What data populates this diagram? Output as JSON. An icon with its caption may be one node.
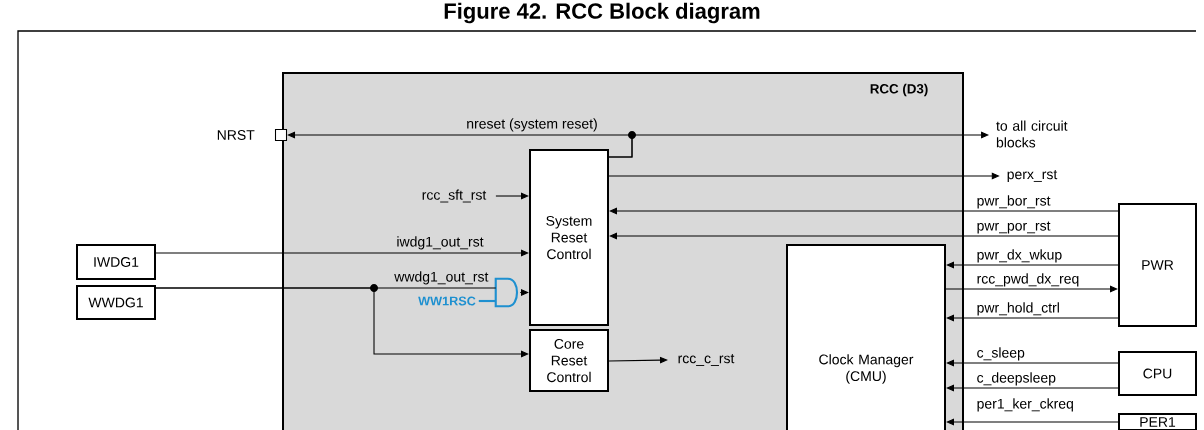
{
  "diagram": {
    "title": "Figure 42. RCC Block diagram",
    "nodes": [
      {
        "text": [
          "RCC (D3)"
        ]
      },
      {
        "text": [
          "NRST"
        ]
      },
      {
        "text": [
          "System Reset Control"
        ],
        "in": 0
      },
      {
        "text": [
          "Core Reset Control"
        ],
        "in": 0
      },
      {
        "text": [
          "Clock Manager (CMU)"
        ],
        "in": 0
      },
      {
        "text": [
          "IWDG1"
        ]
      },
      {
        "text": [
          "WWDG1"
        ]
      },
      {
        "text": [
          "PWR"
        ]
      },
      {
        "text": [
          "CPU"
        ]
      },
      {
        "text": [
          "PER1"
        ]
      },
      {
        "text": [],
        "shape": "gate",
        "in": 0
      },
      {
        "text": [
          "WW1RSC"
        ],
        "in": 0
      },
      {
        "text": [
          "to all circuit blocks"
        ]
      },
      {
        "text": [
          "perx_rst"
        ]
      },
      {
        "text": [
          "rcc_c_rst"
        ],
        "in": 0
      },
      {
        "text": [
          "rcc_sft_rst"
        ],
        "in": 0
      }
    ],
    "edges": [
      {
        "from": 2,
        "to": 1,
        "arrow": "to",
        "label": "nreset (system reset)"
      },
      {
        "from": 2,
        "to": 12,
        "arrow": "to"
      },
      {
        "from": 2,
        "to": 13,
        "arrow": "to"
      },
      {
        "from": 15,
        "to": 2,
        "arrow": "to"
      },
      {
        "from": 5,
        "to": 2,
        "arrow": "to",
        "label": "iwdg1_out_rst"
      },
      {
        "from": 6,
        "to": 10,
        "arrow": "none",
        "label": "wwdg1_out_rst"
      },
      {
        "from": 11,
        "to": 10,
        "arrow": "none",
        "color": "#1e90d0"
      },
      {
        "from": 10,
        "to": 2,
        "arrow": "to"
      },
      {
        "from": 6,
        "to": 3,
        "arrow": "to"
      },
      {
        "from": 3,
        "to": 14,
        "arrow": "to"
      },
      {
        "from": 7,
        "to": 2,
        "arrow": "to",
        "label": "pwr_bor_rst"
      },
      {
        "from": 7,
        "to": 2,
        "arrow": "to",
        "label": "pwr_por_rst"
      },
      {
        "from": 7,
        "to": 4,
        "arrow": "to",
        "label": "pwr_dx_wkup"
      },
      {
        "from": 4,
        "to": 7,
        "arrow": "to",
        "label": "rcc_pwd_dx_req"
      },
      {
        "from": 7,
        "to": 4,
        "arrow": "to",
        "label": "pwr_hold_ctrl"
      },
      {
        "from": 8,
        "to": 4,
        "arrow": "to",
        "label": "c_sleep"
      },
      {
        "from": 8,
        "to": 4,
        "arrow": "to",
        "label": "c_deepsleep"
      },
      {
        "from": 9,
        "to": 4,
        "arrow": "to",
        "label": "per1_ker_ckreq"
      }
    ]
  }
}
